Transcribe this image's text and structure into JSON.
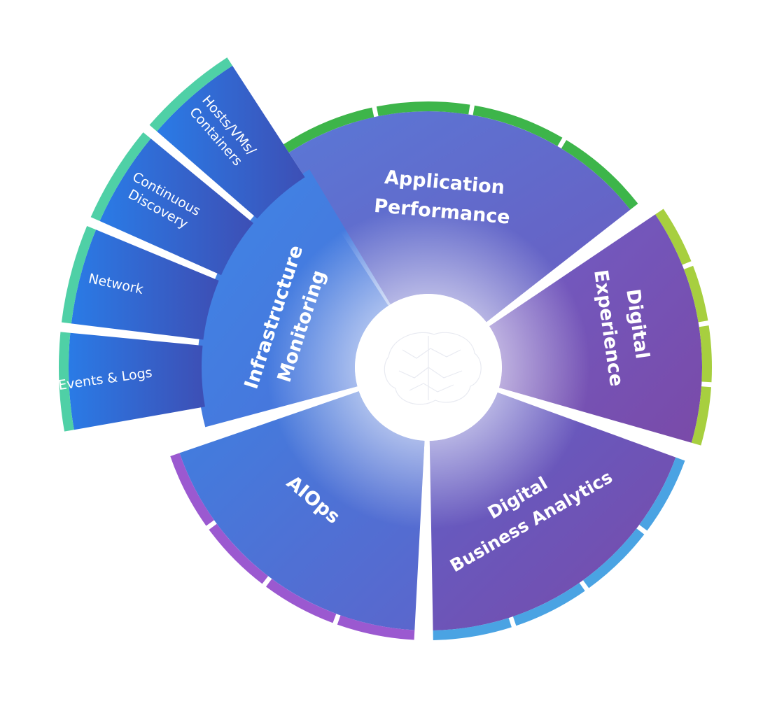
{
  "segments": [
    {
      "id": "application-performance",
      "lines": [
        "Application",
        "Performance"
      ],
      "rim_color": "#3db54a",
      "grad": [
        "#5a78d6",
        "#6a5cc0"
      ]
    },
    {
      "id": "digital-experience",
      "lines": [
        "Digital",
        "Experience"
      ],
      "rim_color": "#a7cf3f",
      "grad": [
        "#6f5ec6",
        "#7a4aa8"
      ]
    },
    {
      "id": "digital-business-analytics",
      "lines": [
        "Digital",
        "Business Analytics"
      ],
      "rim_color": "#4aa3e3",
      "grad": [
        "#5f60c8",
        "#7a4aa8"
      ]
    },
    {
      "id": "aiops",
      "lines": [
        "AIOps"
      ],
      "rim_color": "#9b59d0",
      "grad": [
        "#3f7fe0",
        "#5b66cc"
      ]
    },
    {
      "id": "infrastructure-monitoring",
      "lines": [
        "Infrastructure",
        "Monitoring"
      ],
      "rim_color": "",
      "grad": [
        "#3f86e6",
        "#4a70d8"
      ]
    }
  ],
  "infra_subs": {
    "rim_color": "#4fd0a6",
    "items": [
      {
        "id": "hosts-vms-containers",
        "lines": [
          "Hosts/VMs/",
          "Containers"
        ]
      },
      {
        "id": "continuous-discovery",
        "lines": [
          "Continuous",
          "Discovery"
        ]
      },
      {
        "id": "network",
        "lines": [
          "Network"
        ]
      },
      {
        "id": "events-logs",
        "lines": [
          "Events & Logs"
        ]
      }
    ]
  },
  "colors": {
    "sub_grad": [
      "#2a7be6",
      "#3d4fb5"
    ],
    "hub": "#ffffff"
  }
}
